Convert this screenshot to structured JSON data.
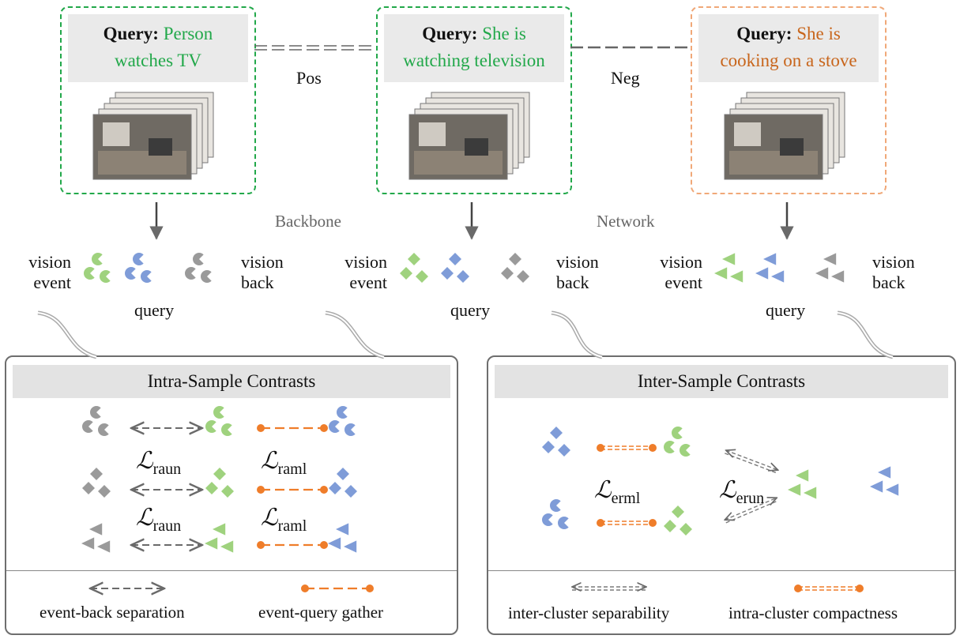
{
  "queries": [
    {
      "prefix": "Query:",
      "text_line1": "Person",
      "text_line2": "watches TV"
    },
    {
      "prefix": "Query:",
      "text_line1": "She is",
      "text_line2": "watching television"
    },
    {
      "prefix": "Query:",
      "text_line1": "She is",
      "text_line2": "cooking on a stove"
    }
  ],
  "relations": {
    "pos": "Pos",
    "neg": "Neg"
  },
  "backbone": {
    "left": "Backbone",
    "right": "Network"
  },
  "feature_labels": {
    "vision_event_1": "vision",
    "vision_event_2": "event",
    "vision_back_1": "vision",
    "vision_back_2": "back",
    "query": "query"
  },
  "intra_panel": {
    "title": "Intra-Sample Contrasts",
    "losses": [
      {
        "main": "ℒ",
        "sub": "raun"
      },
      {
        "main": "ℒ",
        "sub": "raml"
      },
      {
        "main": "ℒ",
        "sub": "raun"
      },
      {
        "main": "ℒ",
        "sub": "raml"
      }
    ],
    "legend": {
      "separation": "event-back separation",
      "gather": "event-query gather"
    }
  },
  "inter_panel": {
    "title": "Inter-Sample Contrasts",
    "losses": [
      {
        "main": "ℒ",
        "sub": "erml"
      },
      {
        "main": "ℒ",
        "sub": "erun"
      }
    ],
    "legend": {
      "separability": "inter-cluster separability",
      "compactness": "intra-cluster compactness"
    }
  },
  "colors": {
    "green": "#22a84a",
    "orange_text": "#c8651b",
    "orange_link": "#ef7d2a",
    "event": "#9fd27e",
    "query": "#7f9cd8",
    "back": "#9a9a9a",
    "neg_border": "#f0a878"
  }
}
